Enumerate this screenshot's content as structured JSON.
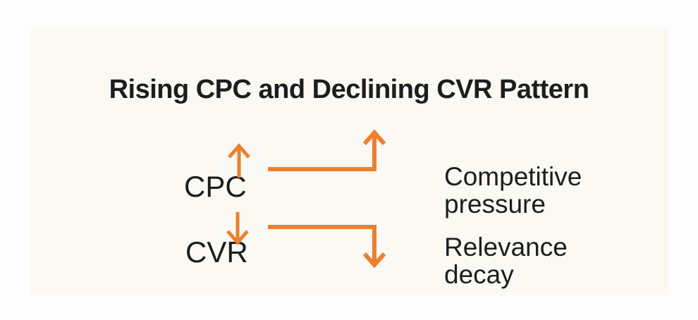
{
  "title": "Rising CPC and Declining CVR Pattern",
  "rows": [
    {
      "metric": "CPC",
      "direction": "up",
      "label": "Competitive pressure"
    },
    {
      "metric": "CVR",
      "direction": "down",
      "label": "Relevance decay"
    }
  ],
  "icons": {
    "cpc_trend": "arrow-up-icon",
    "cpc_connector": "elbow-arrow-up-icon",
    "cvr_trend": "arrow-down-icon",
    "cvr_connector": "elbow-arrow-down-icon"
  },
  "colors": {
    "accent": "#EE7F2D",
    "text": "#1D1D1F",
    "card_bg": "#FBF9F3",
    "page_bg": "#FDFDFD"
  }
}
